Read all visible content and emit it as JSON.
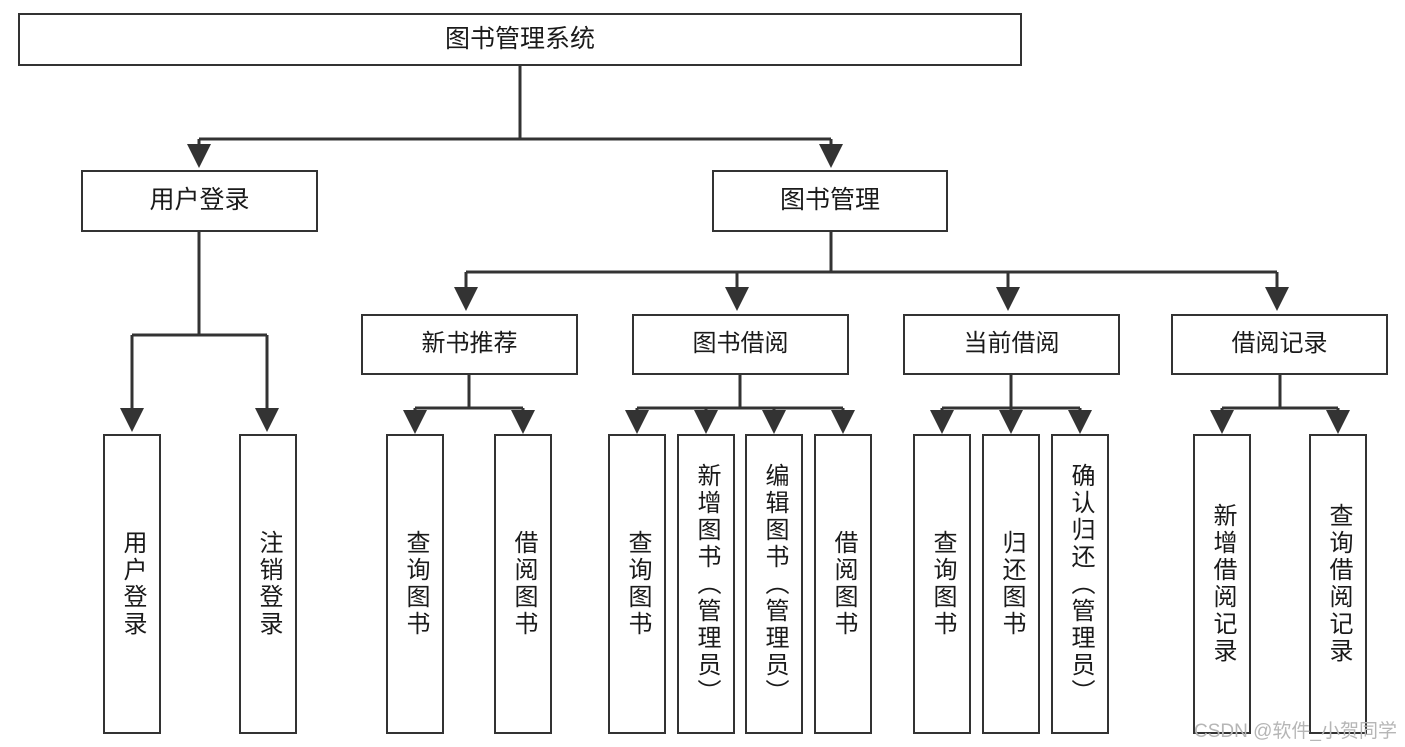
{
  "diagram": {
    "title": "图书管理系统",
    "type": "tree",
    "colors": {
      "box_border": "#333333",
      "box_fill": "#ffffff",
      "edge": "#333333",
      "text": "#1a1a1a",
      "watermark": "#b6b6b6",
      "background": "#ffffff"
    },
    "nodes": {
      "root": {
        "label": "图书管理系统"
      },
      "level2": [
        {
          "id": "user-login",
          "label": "用户登录"
        },
        {
          "id": "book-manage",
          "label": "图书管理"
        }
      ],
      "level3": [
        {
          "id": "new-book-recommend",
          "label": "新书推荐"
        },
        {
          "id": "book-borrow",
          "label": "图书借阅"
        },
        {
          "id": "current-borrow",
          "label": "当前借阅"
        },
        {
          "id": "borrow-record",
          "label": "借阅记录"
        }
      ],
      "leaves": [
        {
          "id": "leaf-user-login",
          "parent": "user-login",
          "label": "用户登录"
        },
        {
          "id": "leaf-logout-login",
          "parent": "user-login",
          "label": "注销登录"
        },
        {
          "id": "leaf-query-book-1",
          "parent": "new-book-recommend",
          "label": "查询图书"
        },
        {
          "id": "leaf-borrow-book-1",
          "parent": "new-book-recommend",
          "label": "借阅图书"
        },
        {
          "id": "leaf-query-book-2",
          "parent": "book-borrow",
          "label": "查询图书"
        },
        {
          "id": "leaf-add-book",
          "parent": "book-borrow",
          "label": "新增图书（管理员）"
        },
        {
          "id": "leaf-edit-book",
          "parent": "book-borrow",
          "label": "编辑图书（管理员）"
        },
        {
          "id": "leaf-borrow-book-2",
          "parent": "book-borrow",
          "label": "借阅图书"
        },
        {
          "id": "leaf-query-book-3",
          "parent": "current-borrow",
          "label": "查询图书"
        },
        {
          "id": "leaf-return-book",
          "parent": "current-borrow",
          "label": "归还图书"
        },
        {
          "id": "leaf-confirm-return",
          "parent": "current-borrow",
          "label": "确认归还（管理员）"
        },
        {
          "id": "leaf-add-record",
          "parent": "borrow-record",
          "label": "新增借阅记录"
        },
        {
          "id": "leaf-query-record",
          "parent": "borrow-record",
          "label": "查询借阅记录"
        }
      ]
    },
    "watermark": "CSDN @软件_小贺同学"
  }
}
